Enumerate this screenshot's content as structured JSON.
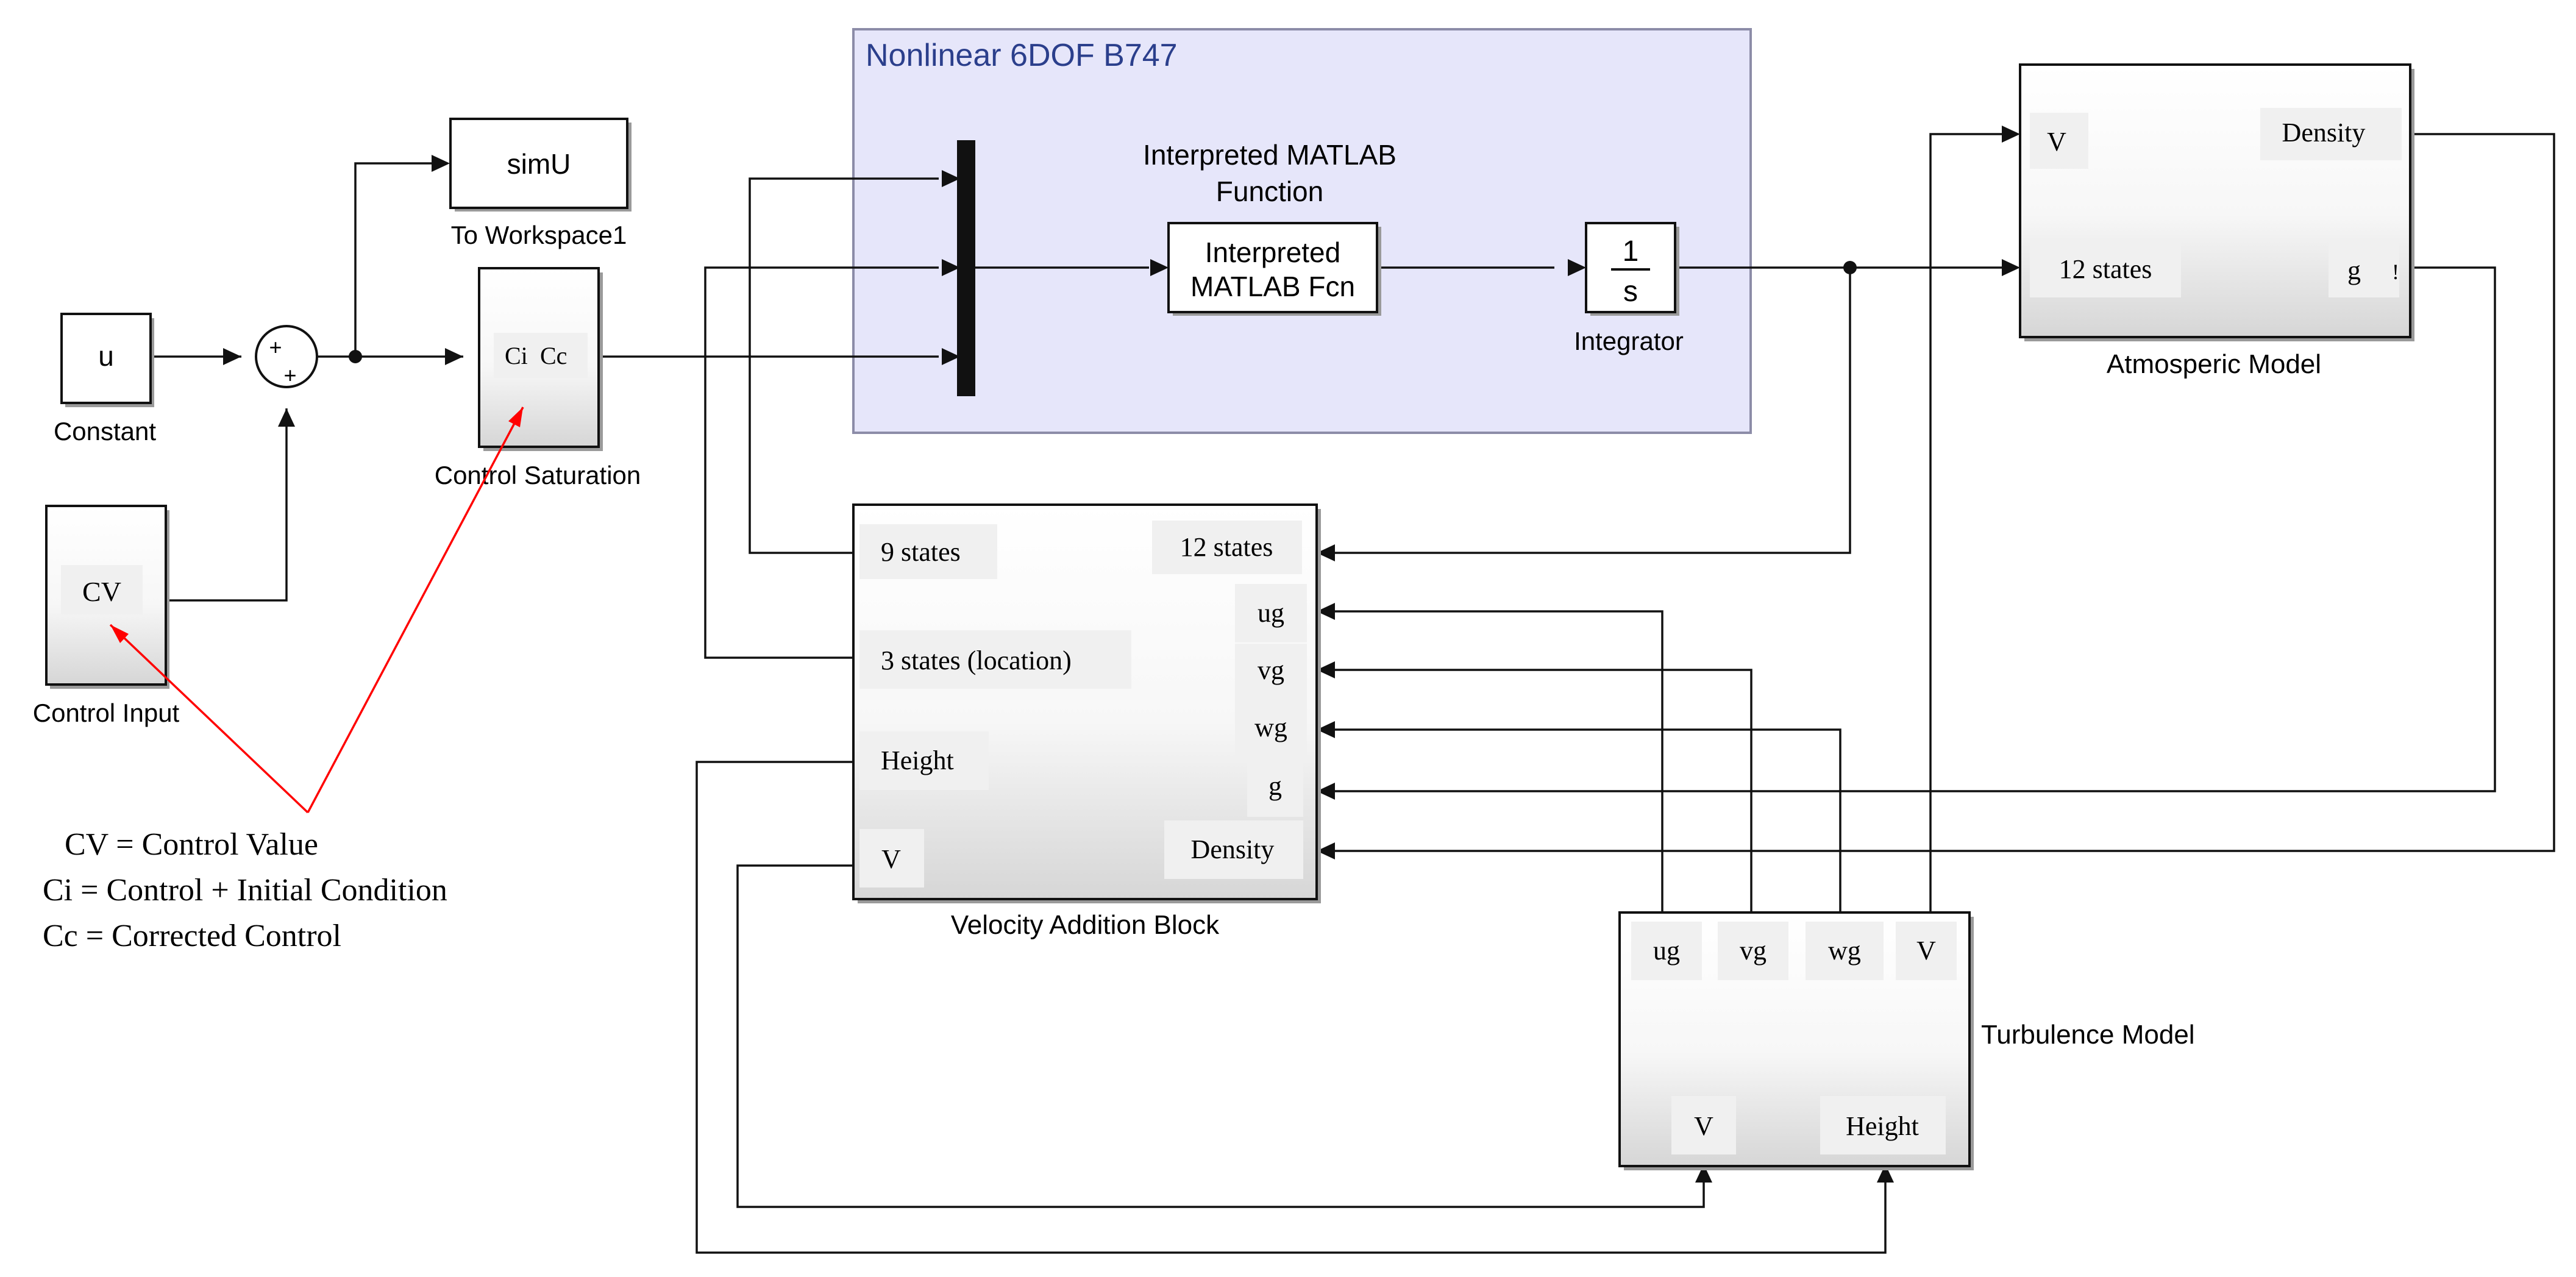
{
  "subsystem": {
    "title": "Nonlinear 6DOF B747"
  },
  "blocks": {
    "constant": {
      "value": "u",
      "caption": "Constant"
    },
    "to_workspace": {
      "value": "simU",
      "caption": "To Workspace1"
    },
    "sum": {
      "signs": [
        "+",
        "+"
      ]
    },
    "saturation": {
      "ports": [
        "Ci",
        "Cc"
      ],
      "caption": "Control Saturation"
    },
    "control_input": {
      "port": "CV",
      "caption": "Control Input"
    },
    "interp_fcn": {
      "line1": "Interpreted",
      "line2": "MATLAB Fcn",
      "caption_line1": "Interpreted MATLAB",
      "caption_line2": "Function"
    },
    "integrator": {
      "numerator": "1",
      "denominator": "s",
      "caption": "Integrator"
    },
    "atmos": {
      "ports": {
        "v": "V",
        "density": "Density",
        "states12": "12 states",
        "g": "g",
        "g_suffix": "!"
      },
      "caption": "Atmosperic Model"
    },
    "velocity": {
      "ports": {
        "states9": "9 states",
        "states12": "12 states",
        "ug": "ug",
        "vg": "vg",
        "states3": "3 states  (location)",
        "wg": "wg",
        "height": "Height",
        "g": "g",
        "v": "V",
        "density": "Density"
      },
      "caption": "Velocity Addition Block"
    },
    "turbulence": {
      "ports": {
        "ug": "ug",
        "vg": "vg",
        "wg": "wg",
        "v_top": "V",
        "v_bottom": "V",
        "height": "Height"
      },
      "caption": "Turbulence Model"
    }
  },
  "legend": [
    "CV = Control Value",
    "Ci = Control + Initial  Condition",
    "Cc = Corrected Control"
  ],
  "colors": {
    "subsystem_fill": "#e6e6fa",
    "subsystem_border": "#8c8ca8",
    "subsystem_title": "#2b3f8c",
    "annotation": "#ff0000"
  }
}
